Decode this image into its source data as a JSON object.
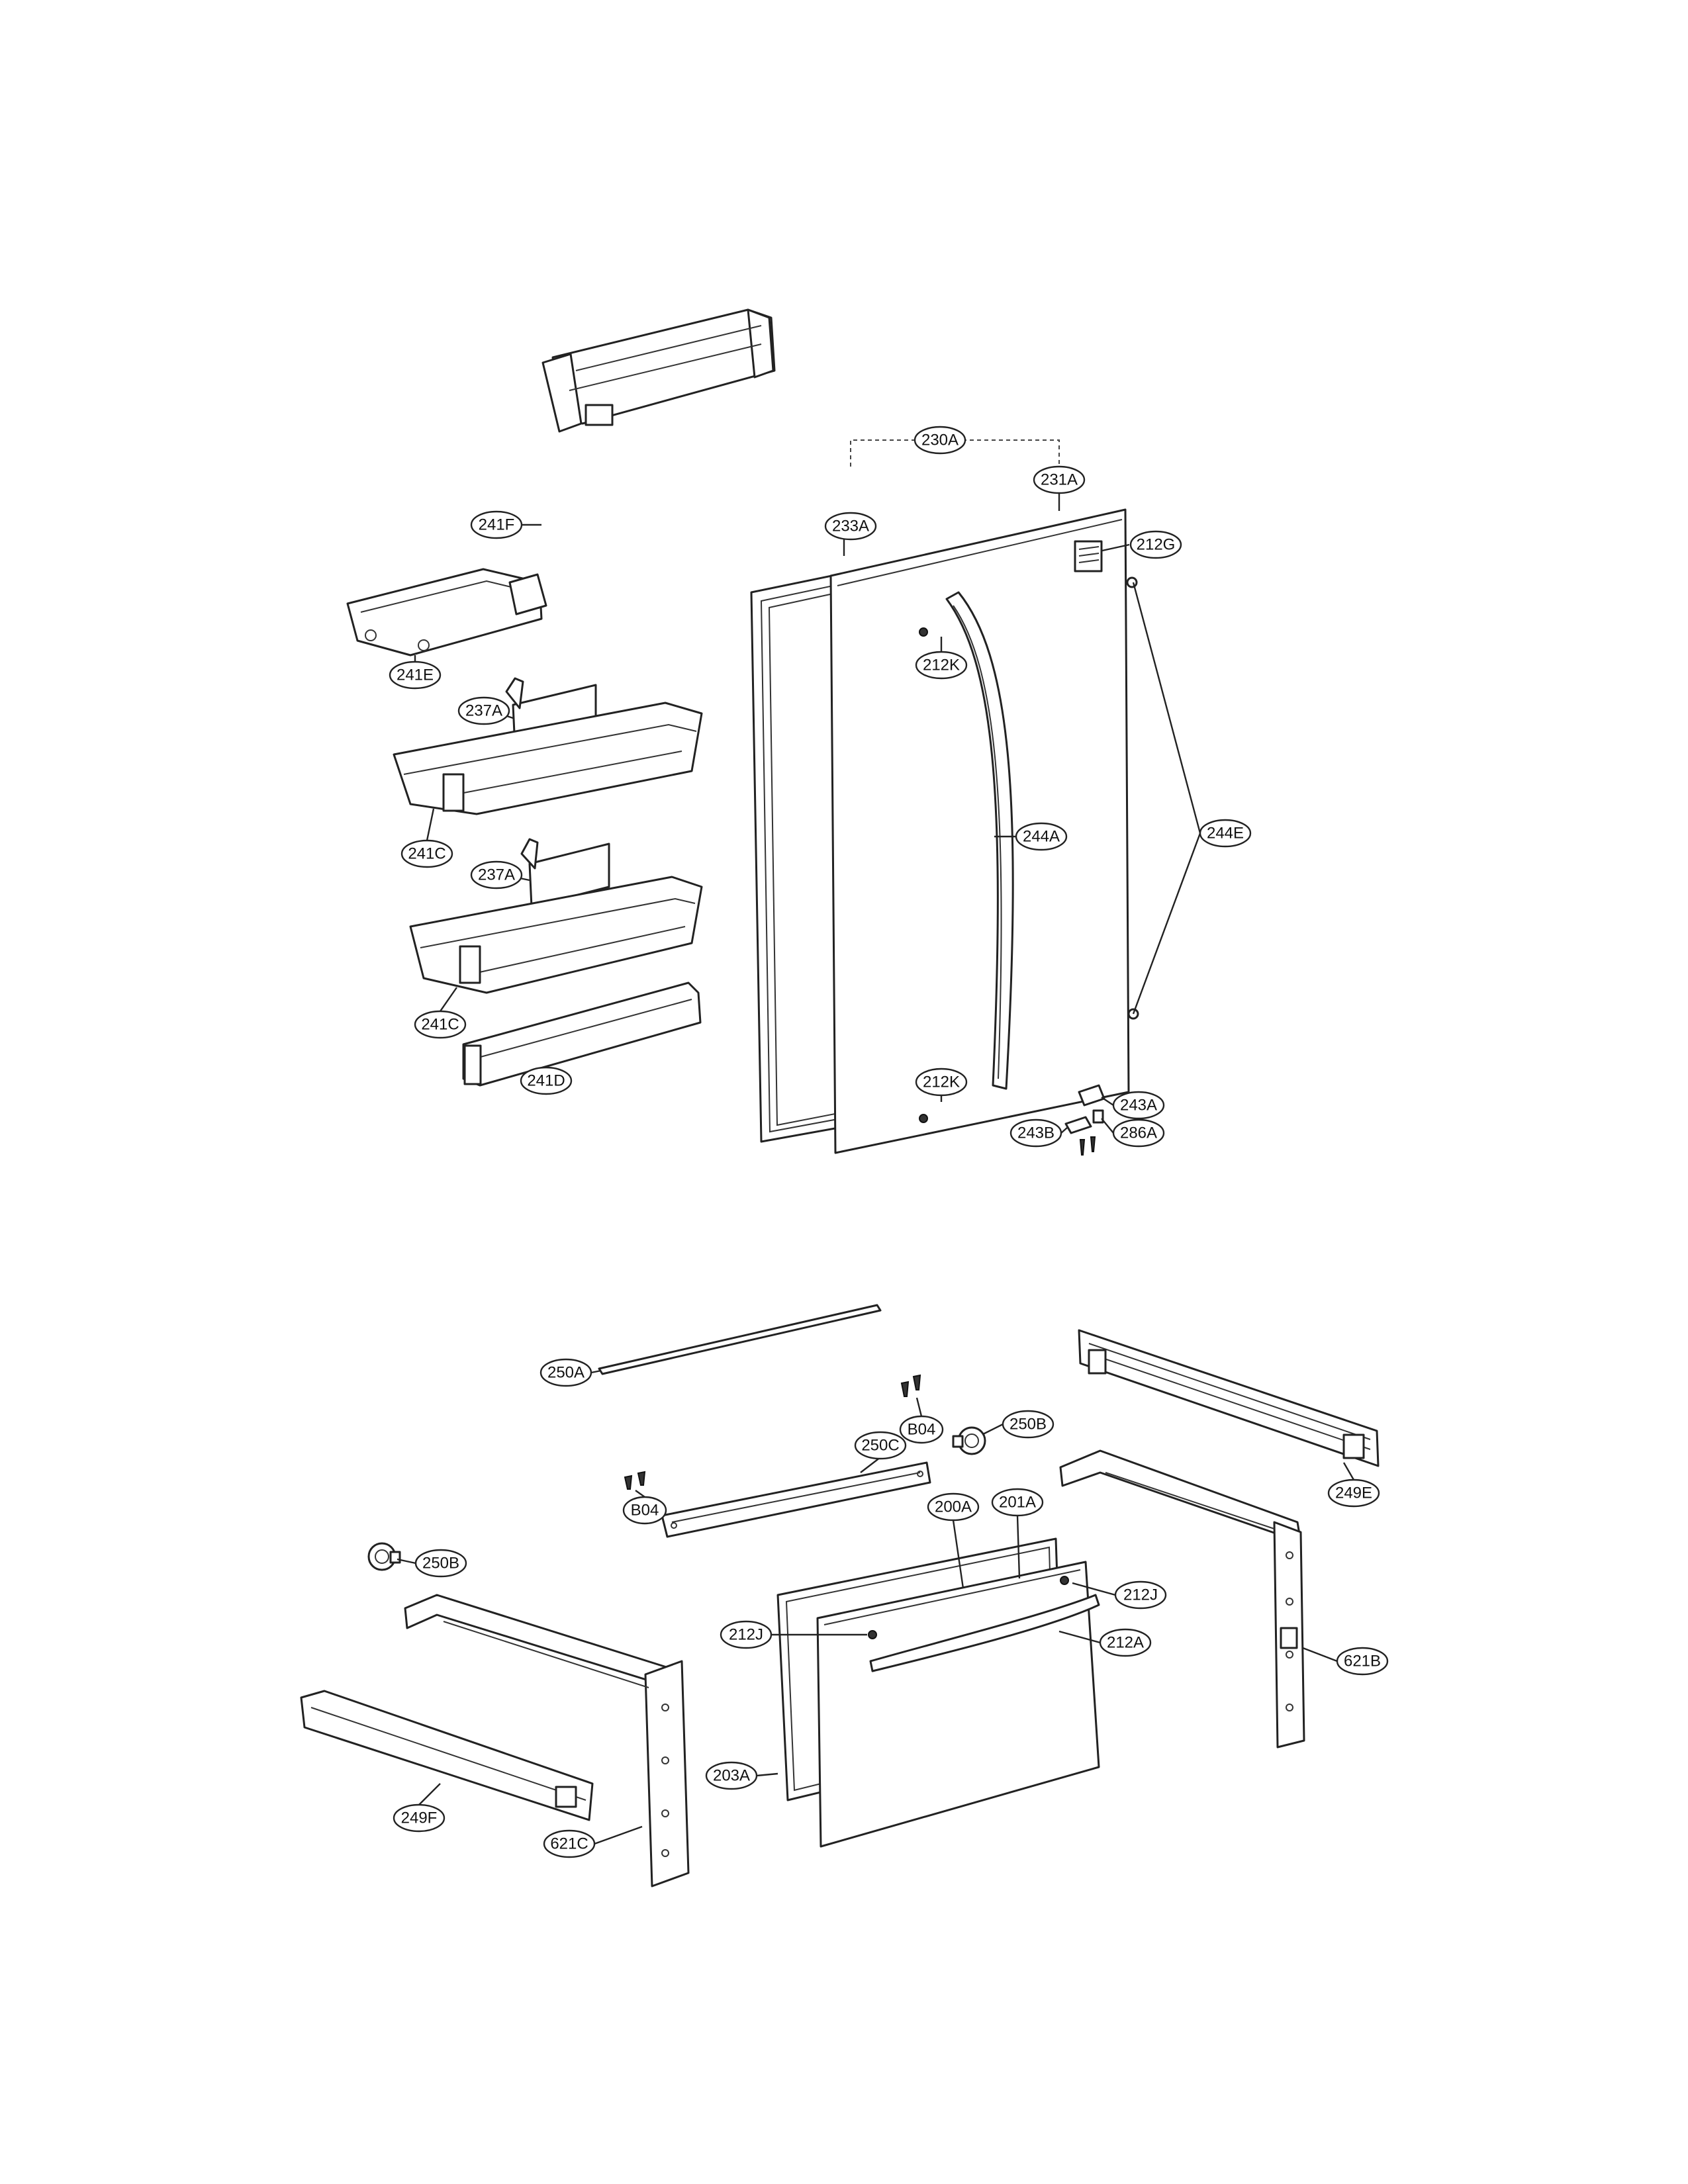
{
  "callouts": {
    "c230A": "230A",
    "c231A": "231A",
    "c233A": "233A",
    "c212G": "212G",
    "c241F": "241F",
    "c241E": "241E",
    "c237A_1": "237A",
    "c237A_2": "237A",
    "c241C_1": "241C",
    "c241C_2": "241C",
    "c241D": "241D",
    "c212K_1": "212K",
    "c212K_2": "212K",
    "c244A": "244A",
    "c244E": "244E",
    "c243A": "243A",
    "c243B": "243B",
    "c286A": "286A",
    "c250A": "250A",
    "cB04_1": "B04",
    "cB04_2": "B04",
    "c250B_1": "250B",
    "c250B_2": "250B",
    "c250C": "250C",
    "c249E": "249E",
    "c200A": "200A",
    "c201A": "201A",
    "c212J_1": "212J",
    "c212J_2": "212J",
    "c212A": "212A",
    "c621B": "621B",
    "c203A": "203A",
    "c249F": "249F",
    "c621C": "621C"
  },
  "colors": {
    "line": "#222222",
    "background": "#ffffff"
  }
}
